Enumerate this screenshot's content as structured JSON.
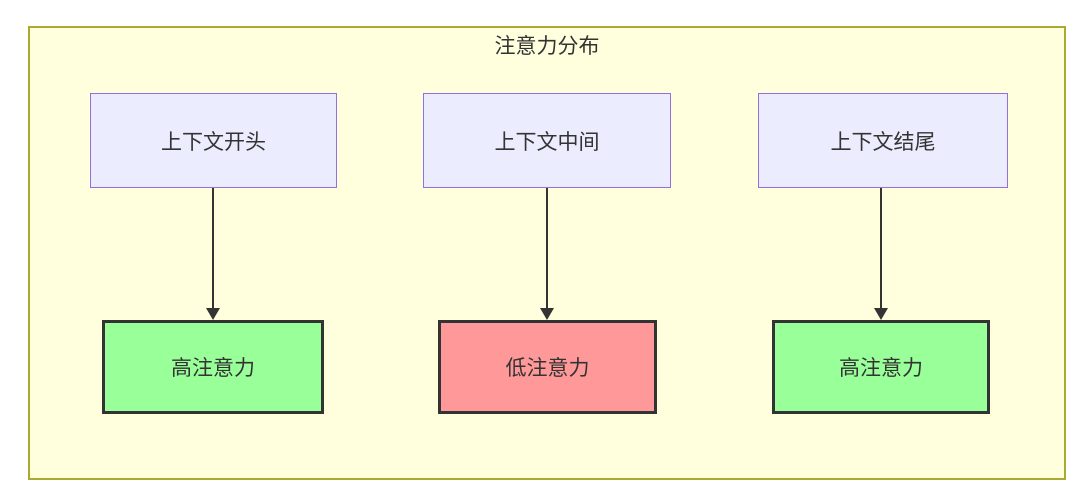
{
  "diagram": {
    "title": "注意力分布",
    "columns": [
      {
        "source": "上下文开头",
        "target": "高注意力",
        "attention_level": "high"
      },
      {
        "source": "上下文中间",
        "target": "低注意力",
        "attention_level": "low"
      },
      {
        "source": "上下文结尾",
        "target": "高注意力",
        "attention_level": "high"
      }
    ],
    "colors": {
      "container_background": "#FFFFDE",
      "container_border": "#AAAA33",
      "source_node_background": "#ECECFF",
      "source_node_border": "#9370DB",
      "high_attention_background": "#99FF99",
      "low_attention_background": "#FF9999",
      "result_node_border": "#333333",
      "arrow_color": "#333333",
      "text_color": "#333333"
    }
  }
}
